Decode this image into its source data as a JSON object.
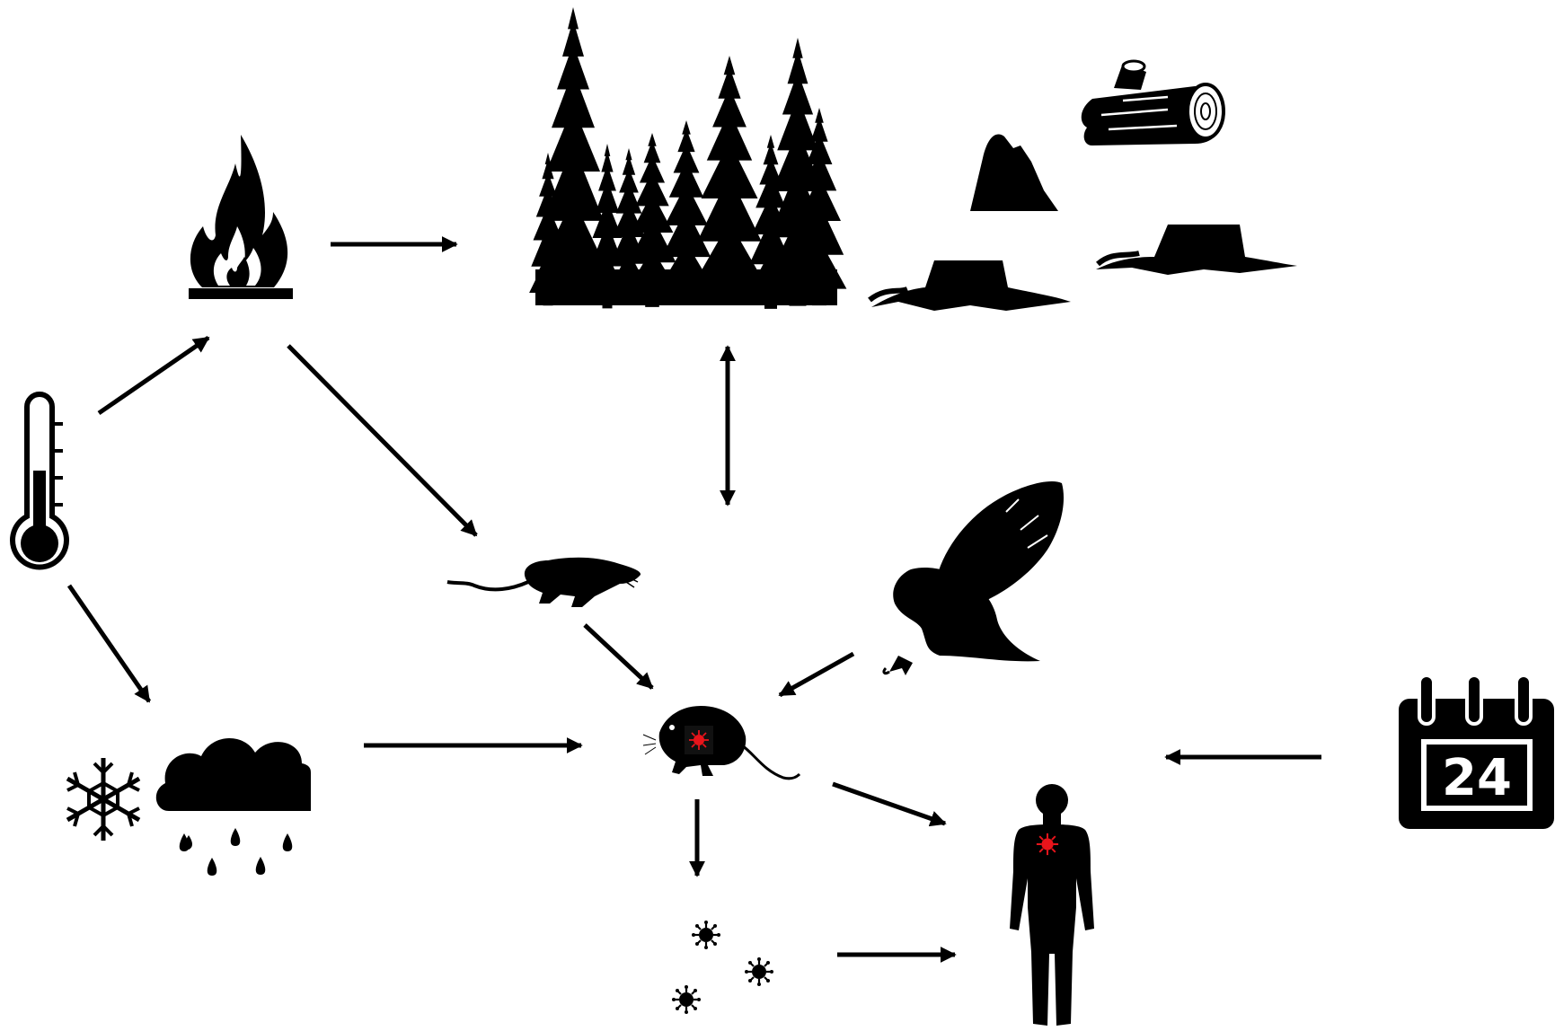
{
  "diagram": {
    "background": "#ffffff",
    "ink": "#000000",
    "pathogen_color": "#e8141b",
    "nodes": [
      {
        "id": "thermometer",
        "icon": "thermometer-icon"
      },
      {
        "id": "fire",
        "icon": "fire-icon"
      },
      {
        "id": "forest",
        "icon": "conifer-forest-icon"
      },
      {
        "id": "logging",
        "icon": "logging-stumps-icon"
      },
      {
        "id": "weather",
        "icon": "snow-rain-icon"
      },
      {
        "id": "shrew",
        "icon": "shrew-icon"
      },
      {
        "id": "owl",
        "icon": "owl-icon"
      },
      {
        "id": "vole",
        "icon": "infected-vole-icon"
      },
      {
        "id": "virus",
        "icon": "virus-particles-icon"
      },
      {
        "id": "human",
        "icon": "infected-human-icon"
      },
      {
        "id": "calendar",
        "icon": "calendar-icon"
      }
    ],
    "edges": [
      {
        "from": "thermometer",
        "to": "fire"
      },
      {
        "from": "thermometer",
        "to": "weather"
      },
      {
        "from": "fire",
        "to": "forest"
      },
      {
        "from": "fire",
        "to": "shrew"
      },
      {
        "from": "forest",
        "to": "vole",
        "bidirectional": true
      },
      {
        "from": "shrew",
        "to": "vole"
      },
      {
        "from": "owl",
        "to": "vole"
      },
      {
        "from": "weather",
        "to": "vole"
      },
      {
        "from": "vole",
        "to": "virus"
      },
      {
        "from": "vole",
        "to": "human"
      },
      {
        "from": "virus",
        "to": "human"
      },
      {
        "from": "calendar",
        "to": "human"
      }
    ],
    "calendar": {
      "day": "24"
    }
  }
}
